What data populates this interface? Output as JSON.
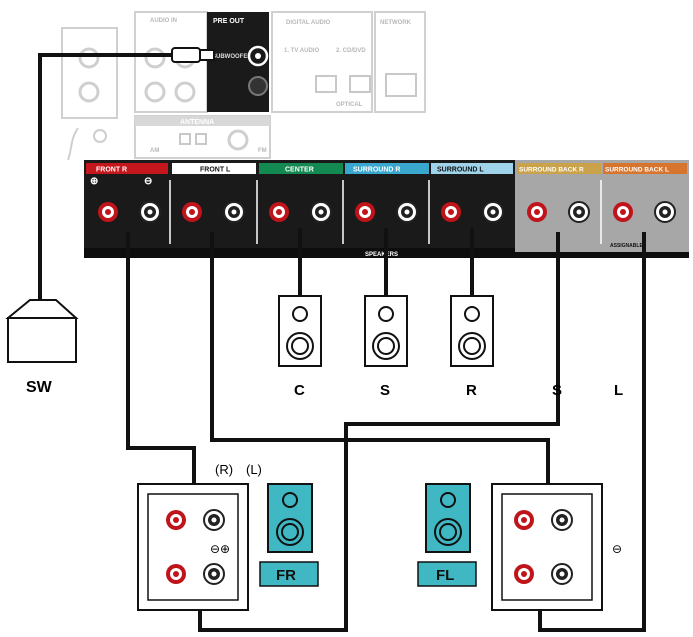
{
  "top_panel": {
    "audio_in_label": "AUDIO IN",
    "pre_out_label": "PRE OUT",
    "digital_audio_label": "DIGITAL AUDIO",
    "network_label": "NETWORK",
    "antenna_label": "ANTENNA",
    "optical_label": "OPTICAL",
    "subwoofer_jack_label": "SUBWOOFER",
    "am_label": "AM",
    "fm_label": "FM",
    "tv_label": "1. TV AUDIO",
    "cd_label": "2. CD/DVD"
  },
  "speaker_terminals": {
    "headers": [
      {
        "text": "FRONT R",
        "color": "#c4161c"
      },
      {
        "text": "FRONT L",
        "color": "#ffffff"
      },
      {
        "text": "CENTER",
        "color": "#138a52"
      },
      {
        "text": "SURROUND R",
        "color": "#3aa7cf"
      },
      {
        "text": "SURROUND L",
        "color": "#9fd3ea"
      },
      {
        "text": "SURROUND BACK R",
        "color": "#c9a24a"
      },
      {
        "text": "SURROUND BACK L",
        "color": "#d7742e"
      }
    ],
    "panel_label": "SPEAKERS",
    "assignable_label": "ASSIGNABLE",
    "plus_symbol": "⊕",
    "minus_symbol": "⊖"
  },
  "speaker_labels": {
    "subwoofer": "SW",
    "center": "C",
    "surround_1": "S",
    "rear": "R",
    "surround_2": "S",
    "left": "L"
  },
  "bi_amp": {
    "r_label": "(R)",
    "l_label": "(L)",
    "minus_plus": "⊖⊕",
    "minus": "⊖",
    "fr_label": "FR",
    "fl_label": "FL"
  },
  "colors": {
    "red_terminal": "#c0141b",
    "panel_black": "#1a1a1a",
    "speaker_teal": "#3fb8c4",
    "cable": "#111111"
  }
}
